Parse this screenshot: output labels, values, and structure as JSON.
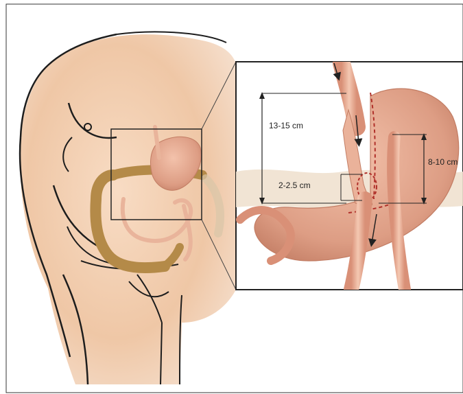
{
  "illustration": {
    "measurements": {
      "pouch_length": "13-15 cm",
      "stoma_diameter": "2-2.5 cm",
      "stomach_height": "8-10 cm"
    },
    "colors": {
      "skin": "#efc7a6",
      "skin_light": "#f6dcc6",
      "outline": "#1d1d1d",
      "stomach": "#dd9d84",
      "stomach_dark": "#c27c63",
      "colon": "#b48a48",
      "colon_dark": "#8e6a30",
      "intestine": "#e9b49b",
      "staple_line": "#b0302a",
      "zoom_frame": "#444444",
      "background": "#ffffff"
    }
  }
}
